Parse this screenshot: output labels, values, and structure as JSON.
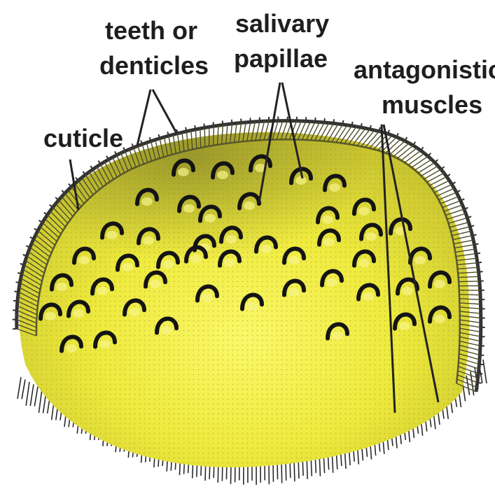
{
  "labels": {
    "teeth": [
      "teeth or",
      "denticles"
    ],
    "salivary": [
      "salivary",
      "papillae"
    ],
    "muscles": [
      "antagonistic",
      "muscles"
    ],
    "cuticle": "cuticle"
  },
  "colors": {
    "body_fill": "#f0ec3a",
    "body_dark": "#8a8a1a",
    "cuticle_line": "#333333",
    "tooth": "#141414",
    "leader": "#222222"
  },
  "icons": [
    "tooth-glyph",
    "bristle-fringe"
  ]
}
